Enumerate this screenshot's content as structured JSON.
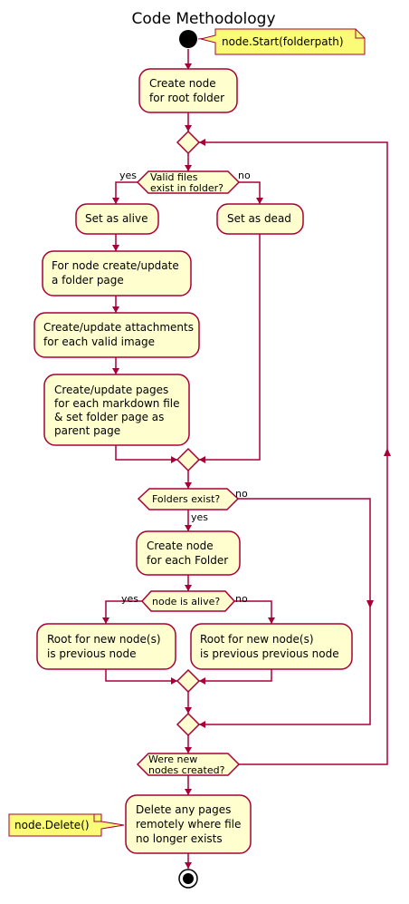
{
  "title": "Code Methodology",
  "colors": {
    "node_fill": "#FEFECE",
    "node_border": "#A80036",
    "note_fill": "#FBFB77",
    "arrow": "#A80036"
  },
  "notes": {
    "start": "node.Start(folderpath)",
    "delete": "node.Delete()"
  },
  "activities": {
    "create_root": [
      "Create node",
      "for root folder"
    ],
    "set_alive": [
      "Set as alive"
    ],
    "set_dead": [
      "Set as dead"
    ],
    "folder_page": [
      "For node create/update",
      "a folder page"
    ],
    "attachments": [
      "Create/update attachments",
      "for each valid image"
    ],
    "pages": [
      "Create/update pages",
      "for each markdown file",
      "& set folder page as",
      "parent page"
    ],
    "create_each": [
      "Create node",
      "for each Folder"
    ],
    "root_prev": [
      "Root for new node(s)",
      "is previous node"
    ],
    "root_prev_prev": [
      "Root for new node(s)",
      "is previous previous node"
    ],
    "delete_pages": [
      "Delete any pages",
      "remotely where file",
      "no longer exists"
    ]
  },
  "conditions": {
    "valid_files": [
      "Valid files",
      "exist in folder?"
    ],
    "folders_exist": [
      "Folders exist?"
    ],
    "node_alive": [
      "node is alive?"
    ],
    "new_nodes": [
      "Were new",
      "nodes created?"
    ]
  },
  "branch_labels": {
    "valid_yes": "yes",
    "valid_no": "no",
    "folders_yes": "yes",
    "folders_no": "no",
    "alive_yes": "yes",
    "alive_no": "no"
  }
}
